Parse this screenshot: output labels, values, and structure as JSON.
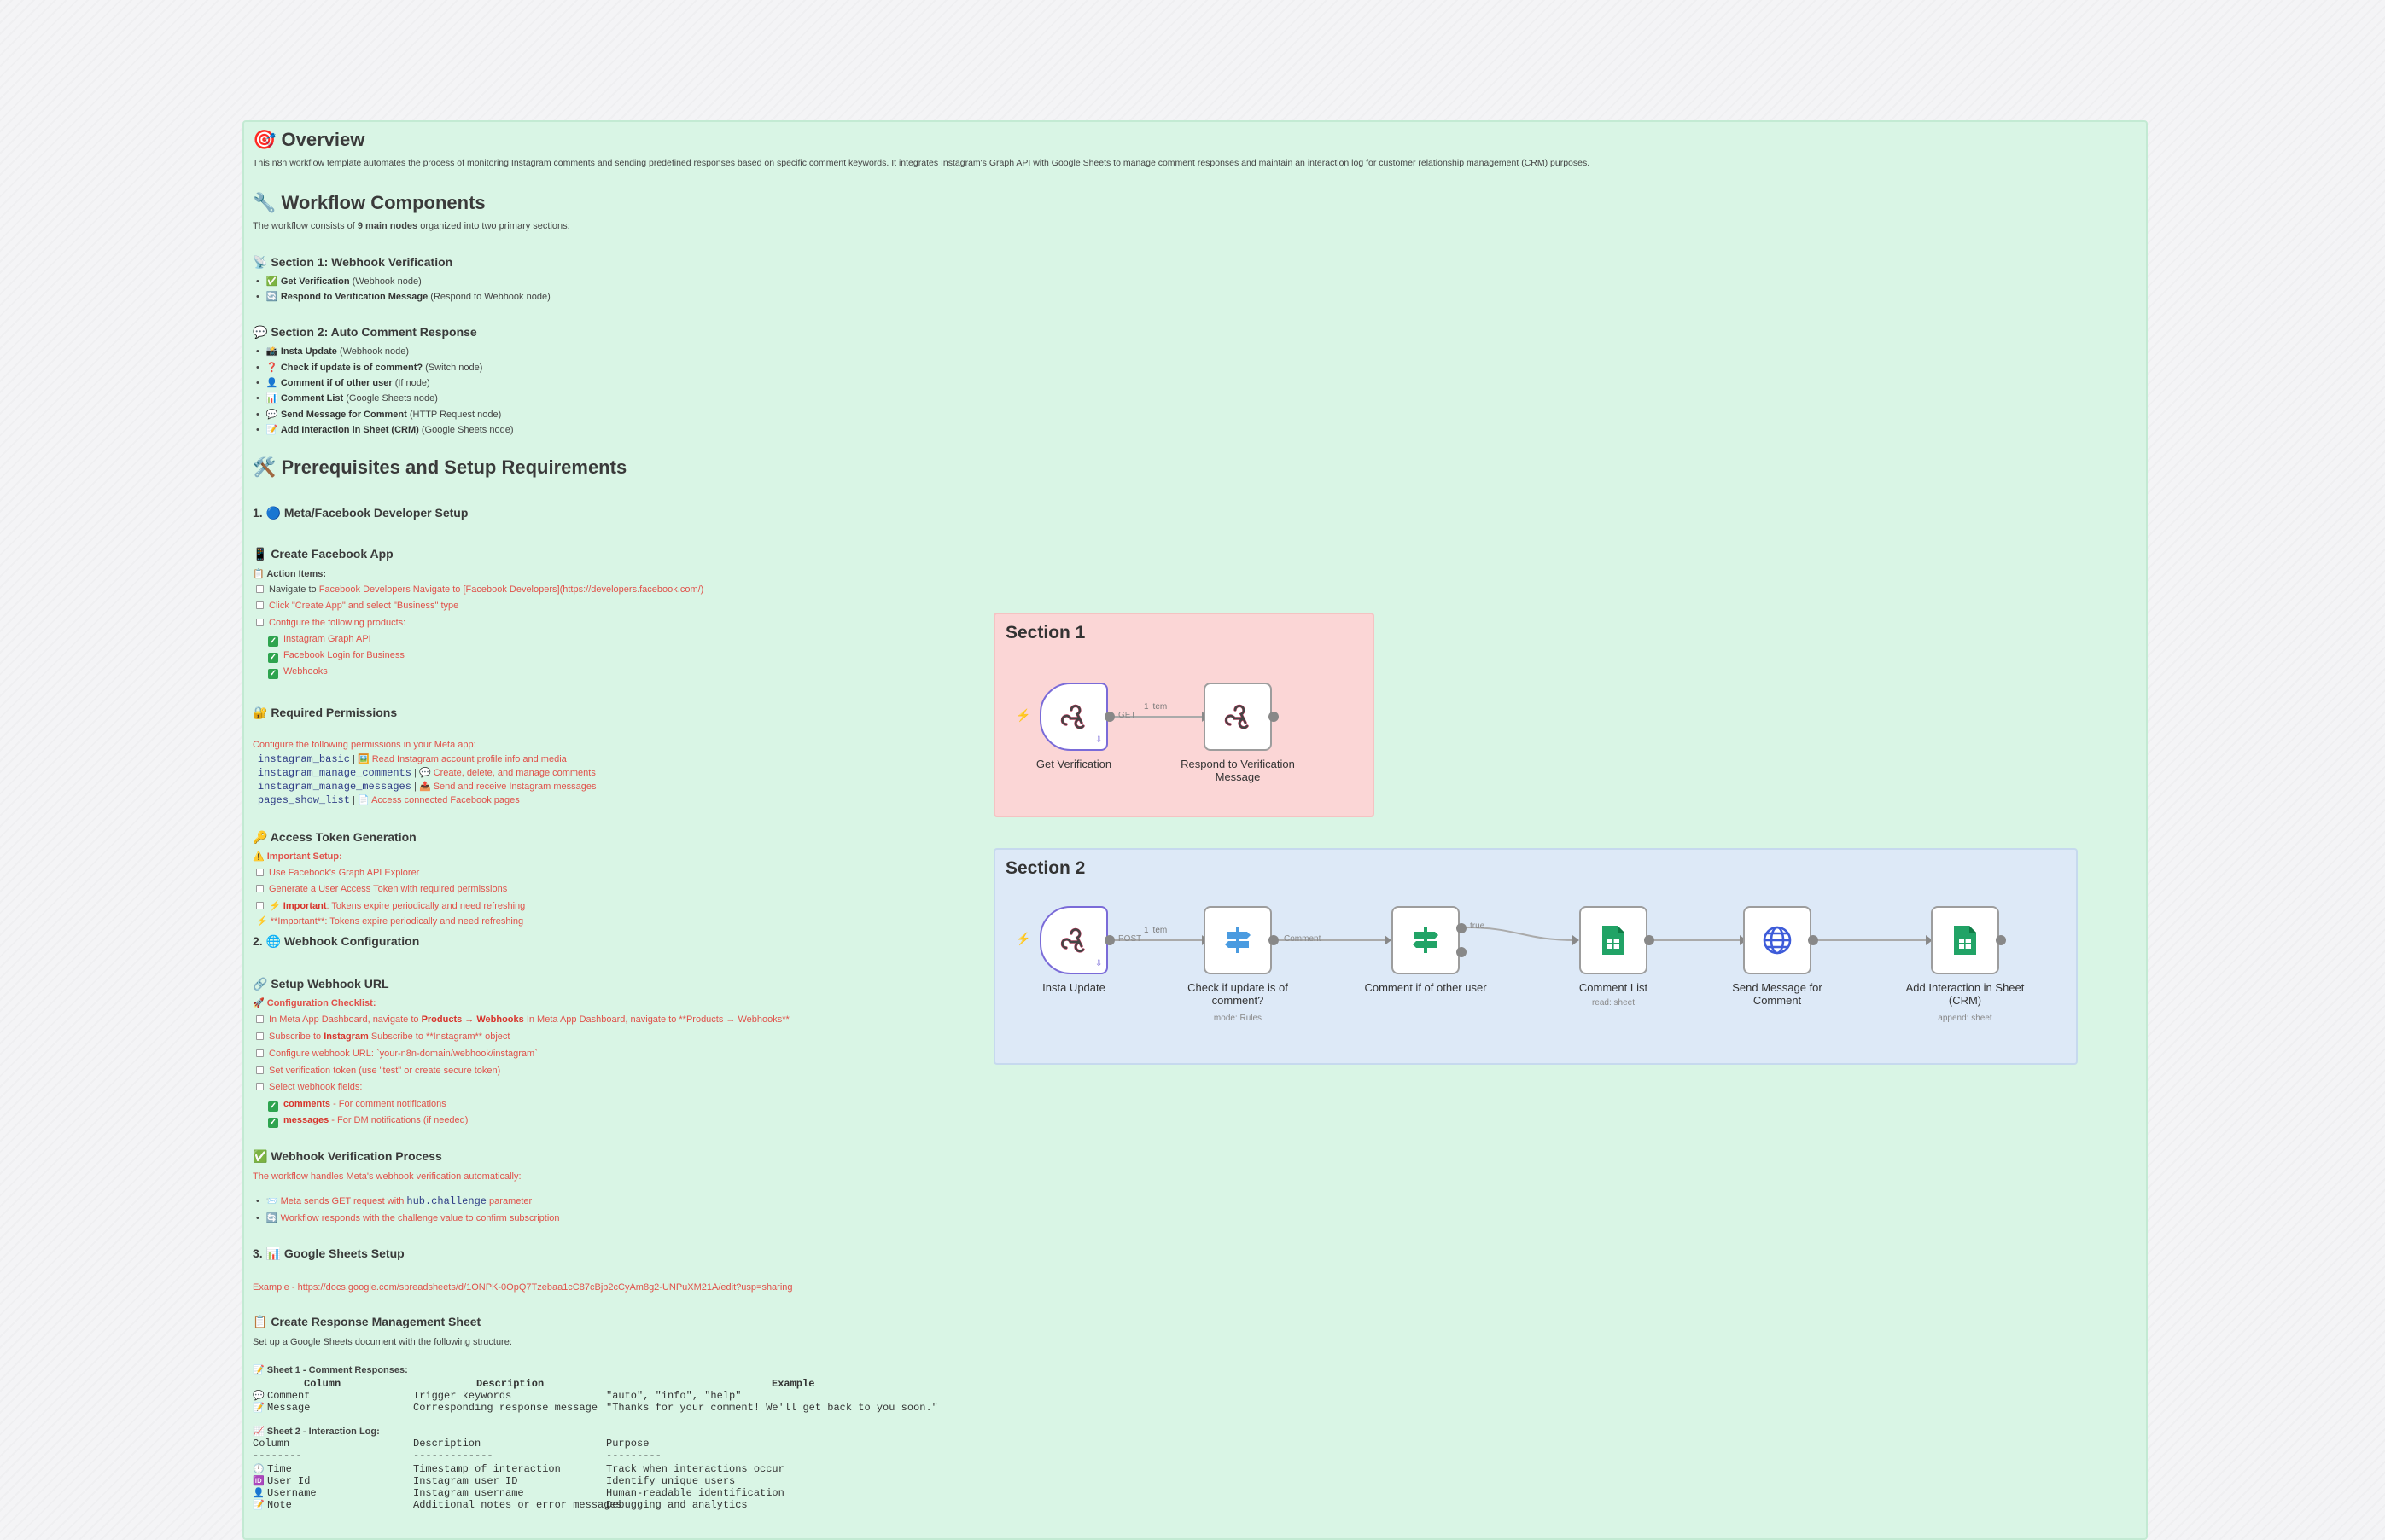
{
  "overview": {
    "title": "🎯 Overview",
    "desc": "This n8n workflow template automates the process of monitoring Instagram comments and sending predefined responses based on specific comment keywords. It integrates Instagram's Graph API with Google Sheets to manage comment responses and maintain an interaction log for customer relationship management (CRM) purposes."
  },
  "components": {
    "title": "🔧 Workflow Components",
    "desc_pre": "The workflow consists of ",
    "desc_bold": "9 main nodes",
    "desc_post": " organized into two primary sections:",
    "s1_title": "📡 Section 1: Webhook Verification",
    "s1_items": [
      {
        "icon": "✅",
        "name": "Get Verification",
        "type": " (Webhook node)"
      },
      {
        "icon": "🔄",
        "name": "Respond to Verification Message",
        "type": " (Respond to Webhook node)"
      }
    ],
    "s2_title": "💬 Section 2: Auto Comment Response",
    "s2_items": [
      {
        "icon": "📸",
        "name": "Insta Update",
        "type": " (Webhook node)"
      },
      {
        "icon": "❓",
        "name": "Check if update is of comment?",
        "type": " (Switch node)"
      },
      {
        "icon": "👤",
        "name": "Comment if of other user",
        "type": " (If node)"
      },
      {
        "icon": "📊",
        "name": "Comment List",
        "type": " (Google Sheets node)"
      },
      {
        "icon": "💬",
        "name": "Send Message for Comment",
        "type": " (HTTP Request node)"
      },
      {
        "icon": "📝",
        "name": "Add Interaction in Sheet (CRM)",
        "type": " (Google Sheets node)"
      }
    ]
  },
  "prereq": {
    "title": "🛠️ Prerequisites and Setup Requirements",
    "meta_title": "1. 🔵 Meta/Facebook Developer Setup",
    "create_app": "📱 Create Facebook App",
    "action_items": "📋 Action Items:",
    "nav_pre": "Navigate to ",
    "nav_link": "Facebook Developers Navigate to [Facebook Developers](https://developers.facebook.com/)",
    "click_create": "Click \"Create App\" and select \"Business\" type",
    "configure_products": "Configure the following products:",
    "products": [
      "Instagram Graph API",
      "Facebook Login for Business",
      "Webhooks"
    ],
    "perm_title": "🔐 Required Permissions",
    "perm_desc": "Configure the following permissions in your Meta app:",
    "permissions": [
      {
        "code": "instagram_basic",
        "desc": "🖼️ Read Instagram account profile info and media"
      },
      {
        "code": "instagram_manage_comments",
        "desc": "💬 Create, delete, and manage comments"
      },
      {
        "code": "instagram_manage_messages",
        "desc": "📤 Send and receive Instagram messages"
      },
      {
        "code": "pages_show_list",
        "desc": "📄 Access connected Facebook pages"
      }
    ],
    "token_title": "🔑 Access Token Generation",
    "token_important": "⚠️ Important Setup:",
    "token_items": [
      "Use Facebook's Graph API Explorer",
      "Generate a User Access Token with required permissions"
    ],
    "token_note_bold": "Important",
    "token_note_rest": ": Tokens expire periodically and need refreshing",
    "token_note2": "⚡ **Important**: Tokens expire periodically and need refreshing",
    "webhook_cfg_title": "2. 🌐 Webhook Configuration",
    "setup_url_title": "🔗 Setup Webhook URL",
    "checklist_title": "🚀 Configuration Checklist:",
    "checklist": [
      {
        "pre": "In Meta App Dashboard, navigate to ",
        "bold": "Products → Webhooks",
        "post": " In Meta App Dashboard, navigate to **Products → Webhooks**"
      },
      {
        "pre": "Subscribe to ",
        "bold": "Instagram",
        "post": " Subscribe to **Instagram** object"
      },
      {
        "pre": "Configure webhook URL: ",
        "bold": "",
        "post": "Configure webhook URL: `your-n8n-domain/webhook/instagram`"
      },
      {
        "pre": "Set verification token (use \"test\" or create secure token)",
        "bold": "",
        "post": ""
      },
      {
        "pre": "Select webhook fields:",
        "bold": "",
        "post": ""
      }
    ],
    "fields": [
      {
        "bold": "comments",
        "rest": " - For comment notifications"
      },
      {
        "bold": "messages",
        "rest": " - For DM notifications (if needed)"
      }
    ],
    "verif_title": "✅ Webhook Verification Process",
    "verif_desc": "The workflow handles Meta's webhook verification automatically:",
    "verif_items": [
      {
        "pre": "📨 Meta sends GET request with ",
        "code": "hub.challenge",
        "post": " parameter"
      },
      {
        "pre": "🔄 Workflow responds with the challenge value to confirm subscription",
        "code": "",
        "post": ""
      }
    ],
    "sheets_title": "3. 📊 Google Sheets Setup",
    "sheets_example": "Example - https://docs.google.com/spreadsheets/d/1ONPK-0OpQ7Tzebaa1cC87cBjb2cCyAm8g2-UNPuXM21A/edit?usp=sharing",
    "create_sheet_title": "📋 Create Response Management Sheet",
    "create_sheet_desc": "Set up a Google Sheets document with the following structure:",
    "sheet1_title": "📝 Sheet 1 - Comment Responses:",
    "sheet1_headers": [
      "Column",
      "Description",
      "Example"
    ],
    "sheet1_rows": [
      {
        "icon": "💬",
        "col": "Comment",
        "desc": "Trigger keywords",
        "ex": "\"auto\", \"info\", \"help\""
      },
      {
        "icon": "📝",
        "col": "Message",
        "desc": "Corresponding response message",
        "ex": "\"Thanks for your comment! We'll get back to you soon.\""
      }
    ],
    "sheet2_title": "📈 Sheet 2 - Interaction Log:",
    "sheet2_headers": [
      "Column",
      "Description",
      "Purpose"
    ],
    "sheet2_dashes": [
      "--------",
      "-------------",
      "---------"
    ],
    "sheet2_rows": [
      {
        "icon": "🕐",
        "col": "Time",
        "desc": "Timestamp of interaction",
        "purpose": "Track when interactions occur"
      },
      {
        "icon": "🆔",
        "col": "User Id",
        "desc": "Instagram user ID",
        "purpose": "Identify unique users"
      },
      {
        "icon": "👤",
        "col": "Username",
        "desc": "Instagram username",
        "purpose": "Human-readable identification"
      },
      {
        "icon": "📝",
        "col": "Note",
        "desc": "Additional notes or error messages",
        "purpose": "Debugging and analytics"
      }
    ]
  },
  "section1": {
    "title": "Section 1",
    "nodes": [
      {
        "label": "Get Verification"
      },
      {
        "label": "Respond to Verification Message"
      }
    ],
    "conn_count": "1 item",
    "conn_method": "GET"
  },
  "section2": {
    "title": "Section 2",
    "nodes": [
      {
        "label": "Insta Update",
        "sub": ""
      },
      {
        "label": "Check if update is of comment?",
        "sub": "mode: Rules"
      },
      {
        "label": "Comment if of other user",
        "sub": ""
      },
      {
        "label": "Comment List",
        "sub": "read: sheet"
      },
      {
        "label": "Send Message for Comment",
        "sub": ""
      },
      {
        "label": "Add Interaction in Sheet (CRM)",
        "sub": "append: sheet"
      }
    ],
    "conn1_count": "1 item",
    "conn1_method": "POST",
    "conn2_label": "Comment",
    "conn3_label": "true"
  },
  "colors": {
    "note_bg": "#d9f5e5",
    "section1_bg": "#fbd6d6",
    "section2_bg": "#dde9f7",
    "accent_red": "#e0514a",
    "sheets_green": "#21a366",
    "switch_blue": "#4a9be0"
  }
}
